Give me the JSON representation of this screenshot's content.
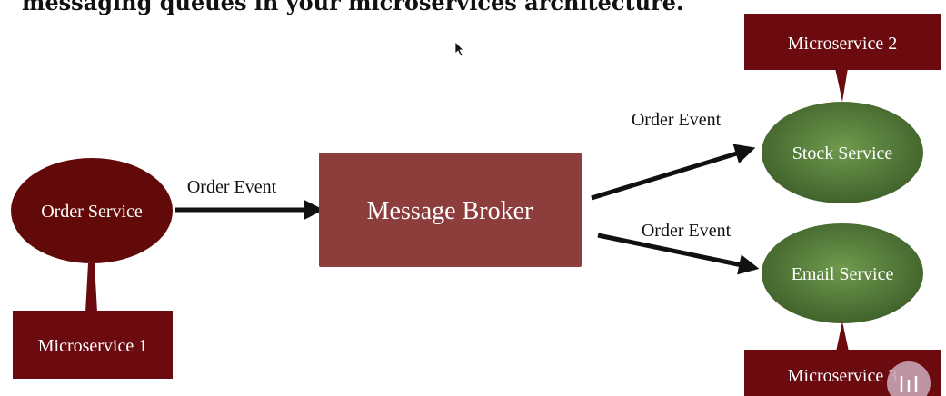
{
  "header": {
    "text": "messaging queues in your microservices architecture."
  },
  "nodes": {
    "order_service": "Order Service",
    "message_broker": "Message Broker",
    "stock_service": "Stock Service",
    "email_service": "Email Service",
    "microservice_1": "Microservice 1",
    "microservice_2": "Microservice 2",
    "microservice_3": "Microservice 3"
  },
  "edges": {
    "order_to_broker": "Order Event",
    "broker_to_stock": "Order Event",
    "broker_to_email": "Order Event"
  },
  "colors": {
    "dark_red": "#620a0a",
    "callout_red": "#6b0b0f",
    "broker_red": "#8d3d3b",
    "green_dark": "#3d5e28",
    "green_light": "#6f9a4e"
  }
}
